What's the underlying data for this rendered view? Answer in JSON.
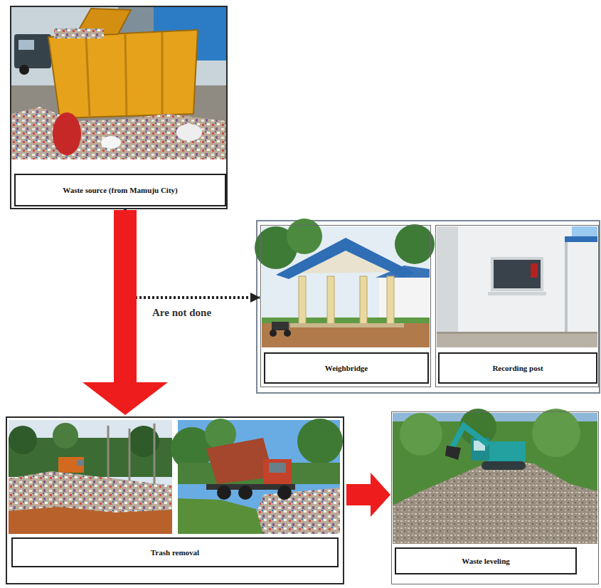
{
  "diagram": {
    "nodes": [
      {
        "text": [
          "Waste source (from Mamuju City)"
        ]
      },
      {
        "text": [
          "Weighbridge"
        ]
      },
      {
        "text": [
          "Recording post"
        ]
      },
      {
        "text": [
          "Trash removal"
        ]
      },
      {
        "text": [
          "Waste leveling"
        ]
      }
    ],
    "edges": [
      {
        "from": 0,
        "to": 3,
        "arrow": "to"
      },
      {
        "from": 0,
        "to": 1,
        "label": "Are not done",
        "arrow": "to"
      },
      {
        "from": 3,
        "to": 4,
        "arrow": "to"
      }
    ]
  }
}
